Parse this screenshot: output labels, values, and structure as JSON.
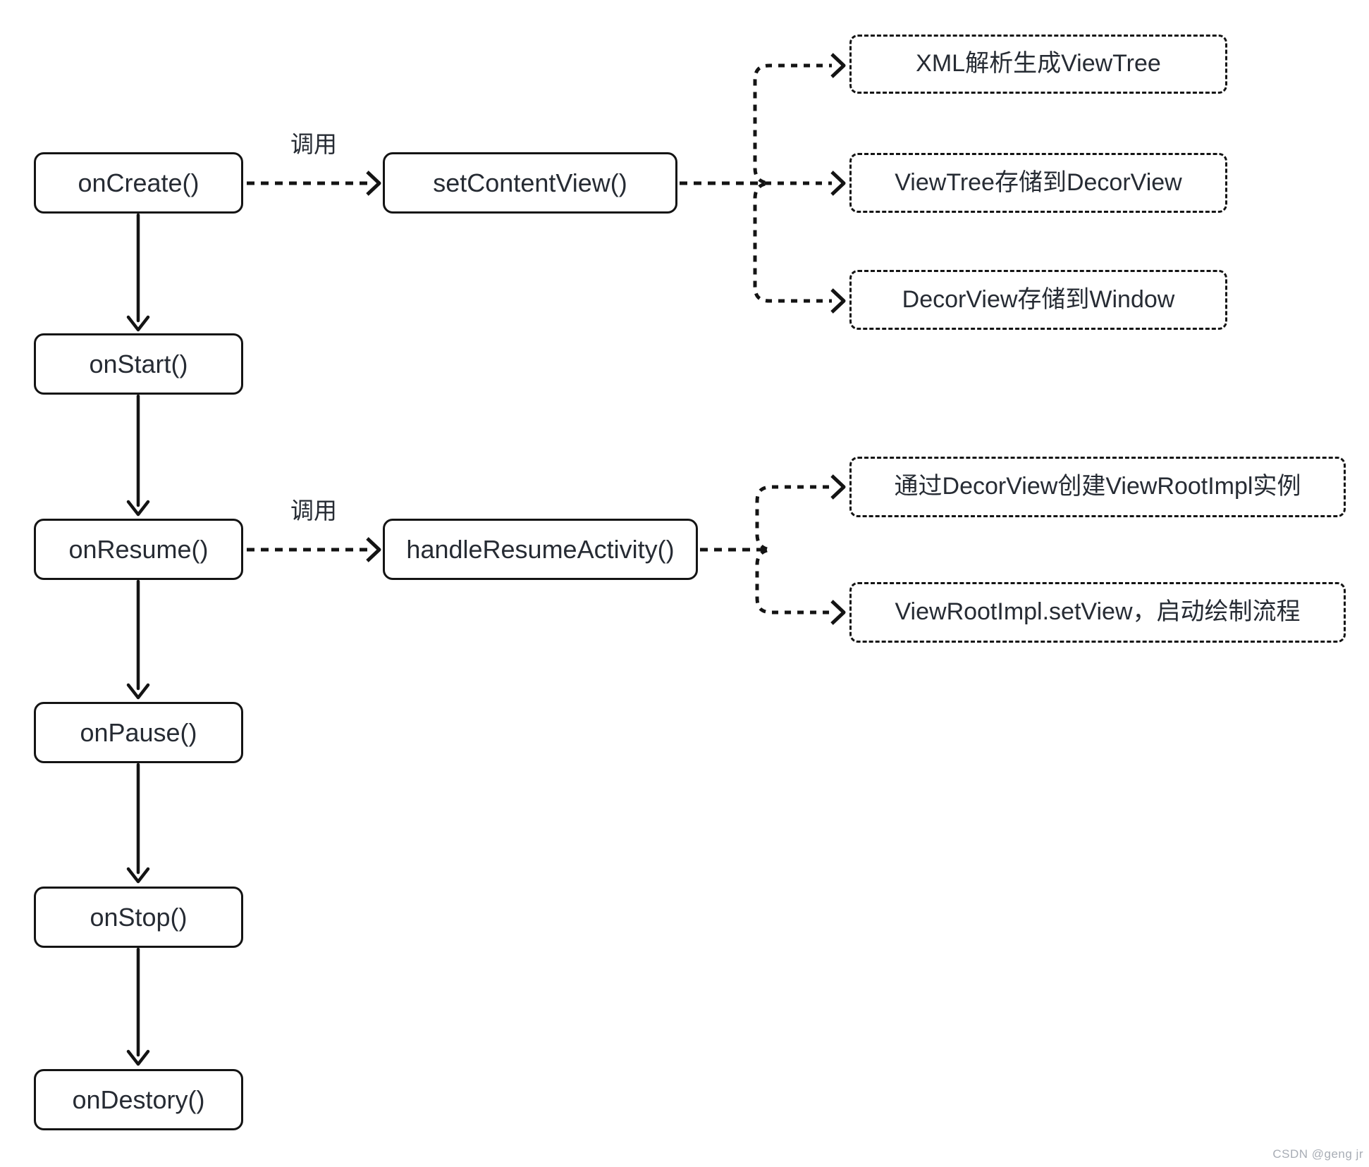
{
  "lifecycle": [
    {
      "label": "onCreate()"
    },
    {
      "label": "onStart()"
    },
    {
      "label": "onResume()"
    },
    {
      "label": "onPause()"
    },
    {
      "label": "onStop()"
    },
    {
      "label": "onDestory()"
    }
  ],
  "call_edges": [
    {
      "label": "调用"
    },
    {
      "label": "调用"
    }
  ],
  "call_targets": [
    {
      "label": "setContentView()"
    },
    {
      "label": "handleResumeActivity()"
    }
  ],
  "setcontentview_steps": [
    {
      "label": "XML解析生成ViewTree"
    },
    {
      "label": "ViewTree存储到DecorView"
    },
    {
      "label": "DecorView存储到Window"
    }
  ],
  "resume_steps": [
    {
      "label": "通过DecorView创建ViewRootImpl实例"
    },
    {
      "label": "ViewRootImpl.setView，启动绘制流程"
    }
  ],
  "watermark": {
    "text": "CSDN @geng jr"
  },
  "colors": {
    "stroke": "#141414",
    "text": "#262b33",
    "background": "#ffffff",
    "watermark": "#a8adb5"
  }
}
